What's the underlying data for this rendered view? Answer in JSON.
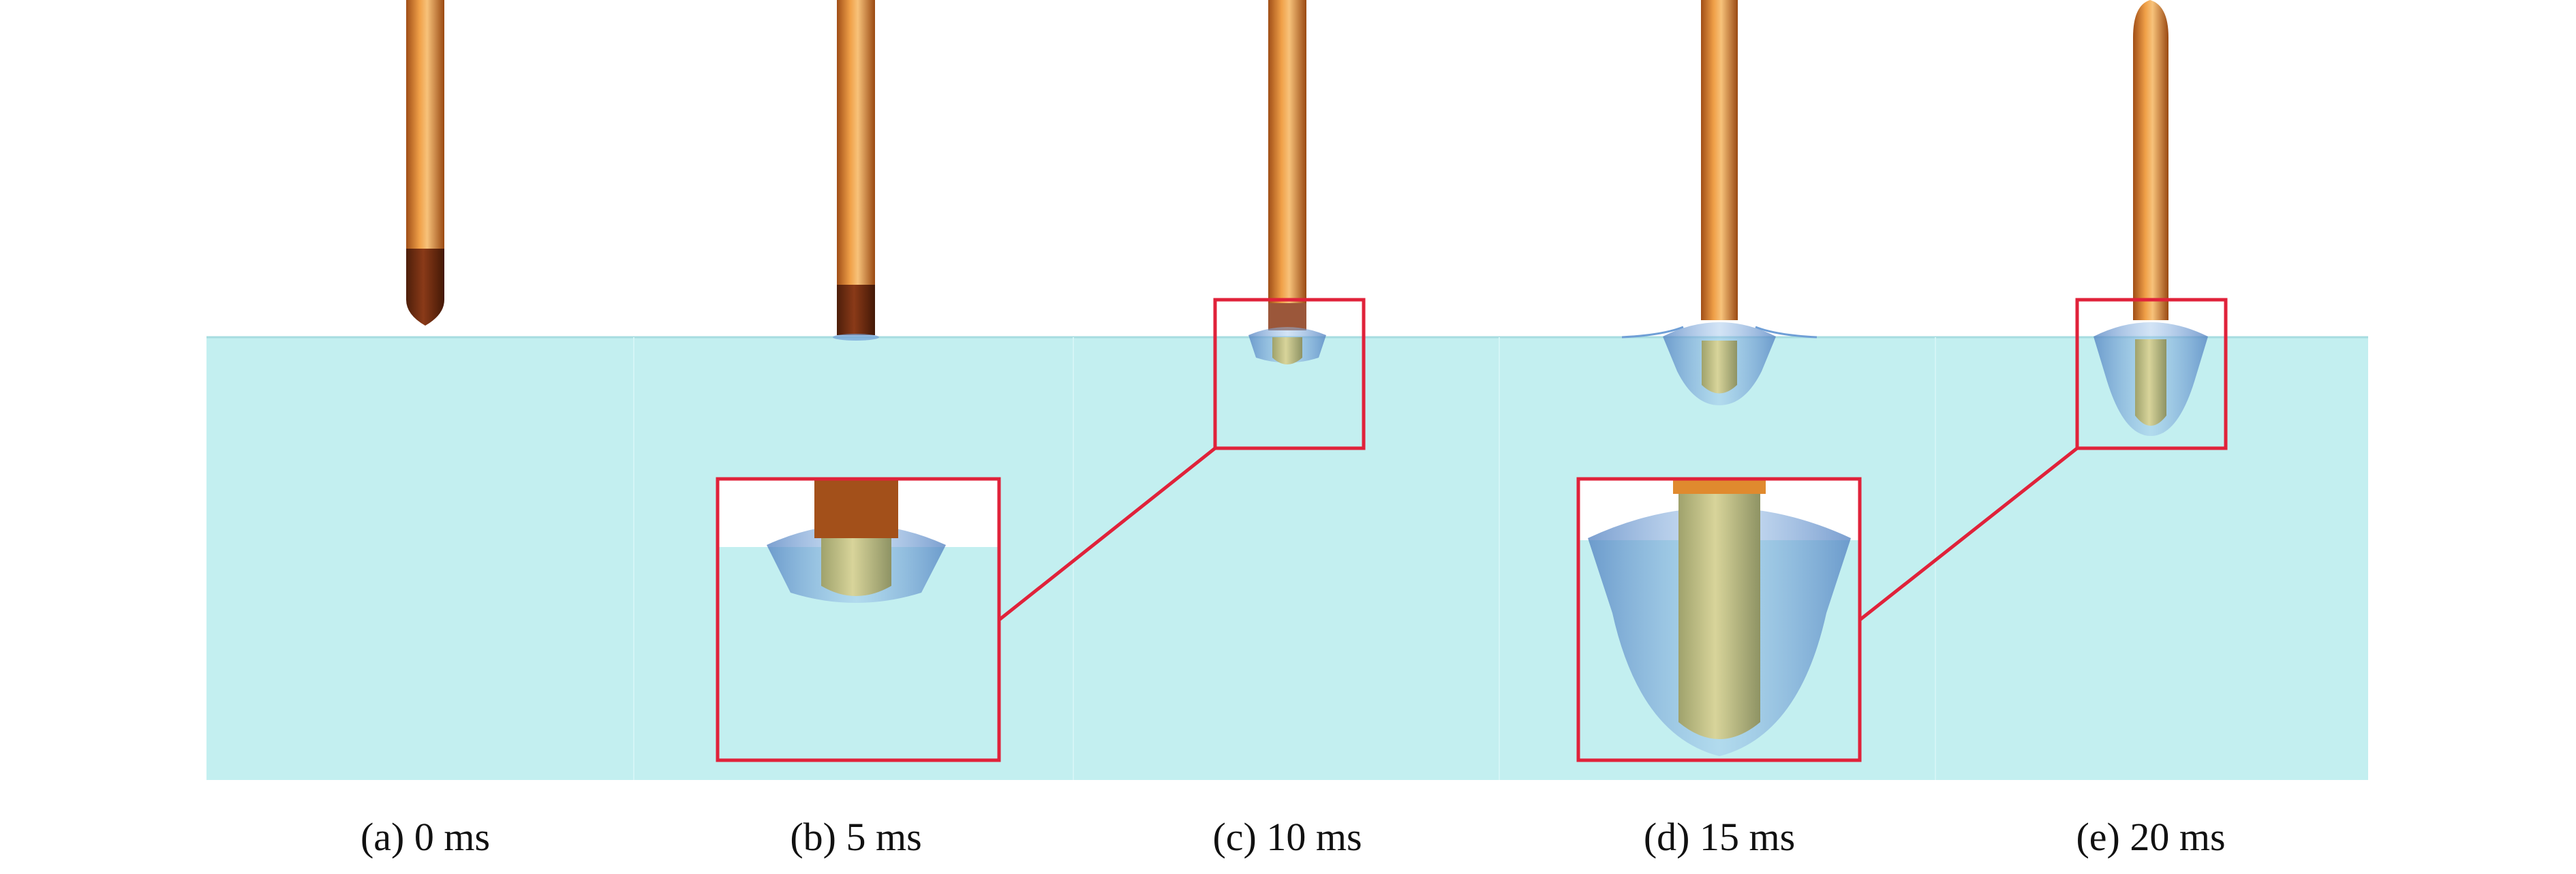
{
  "figure": {
    "panels": [
      {
        "caption": "(a) 0 ms",
        "time_ms": 0
      },
      {
        "caption": "(b) 5 ms",
        "time_ms": 5
      },
      {
        "caption": "(c) 10 ms",
        "time_ms": 10
      },
      {
        "caption": "(d) 15 ms",
        "time_ms": 15
      },
      {
        "caption": "(e) 20 ms",
        "time_ms": 20
      }
    ],
    "colors": {
      "water": "#c3eff0",
      "water_line": "#a7dce0",
      "projectile": "#e08a2e",
      "projectile_dark": "#a3501a",
      "projectile_tip": "#6e2e10",
      "cavity": "#6f9fd6",
      "cavity_core": "#c9c88a",
      "highlight_box": "#e0223a"
    }
  }
}
